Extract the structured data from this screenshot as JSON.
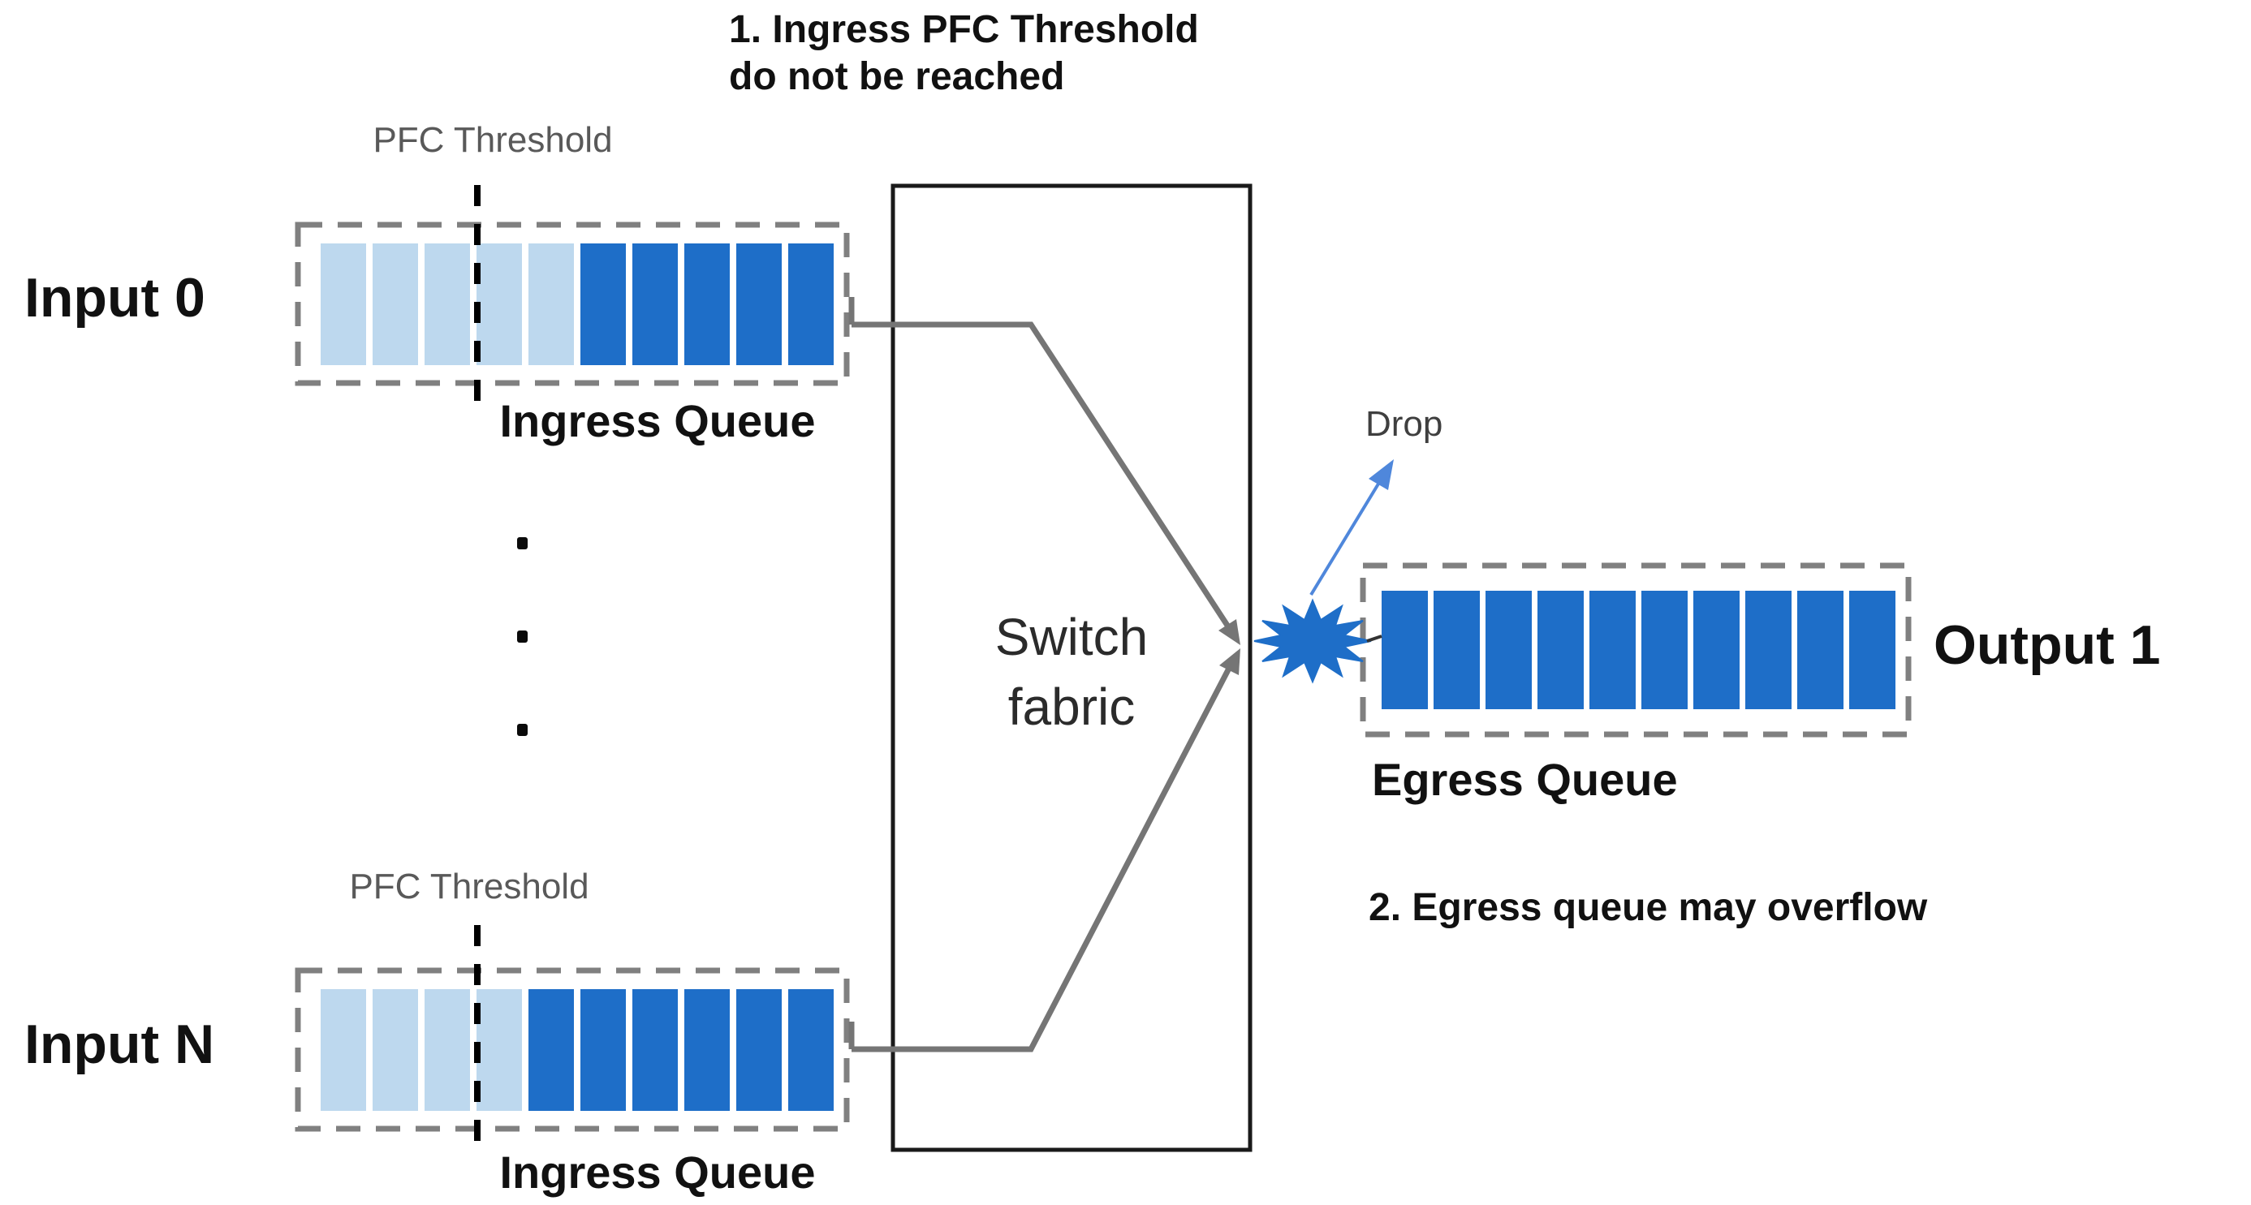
{
  "colors": {
    "cell_light": "#BDD8EE",
    "cell_dark": "#1E6EC8",
    "dash_gray": "#808080",
    "connector_gray": "#757575",
    "switch_border": "#1A1A1A",
    "threshold_black": "#000000",
    "drop_arrow_blue": "#4F87DB",
    "burst_blue": "#1E6EC8",
    "text_primary": "#111111",
    "text_gray": "#595959"
  },
  "notes": {
    "note1": "1. Ingress PFC Threshold\ndo not be reached",
    "note2": "2. Egress queue may overflow"
  },
  "inputs": [
    {
      "label": "Input 0",
      "threshold_label": "PFC Threshold",
      "queue_label": "Ingress Queue",
      "light_cells": 5,
      "dark_cells": 5
    },
    {
      "label": "Input N",
      "threshold_label": "PFC Threshold",
      "queue_label": "Ingress Queue",
      "light_cells": 4,
      "dark_cells": 6
    }
  ],
  "switch_fabric": {
    "label": "Switch\nfabric"
  },
  "output": {
    "label": "Output 1",
    "queue_label": "Egress Queue",
    "drop_label": "Drop",
    "light_cells": 0,
    "dark_cells": 10
  },
  "ellipsis_dots": 3
}
